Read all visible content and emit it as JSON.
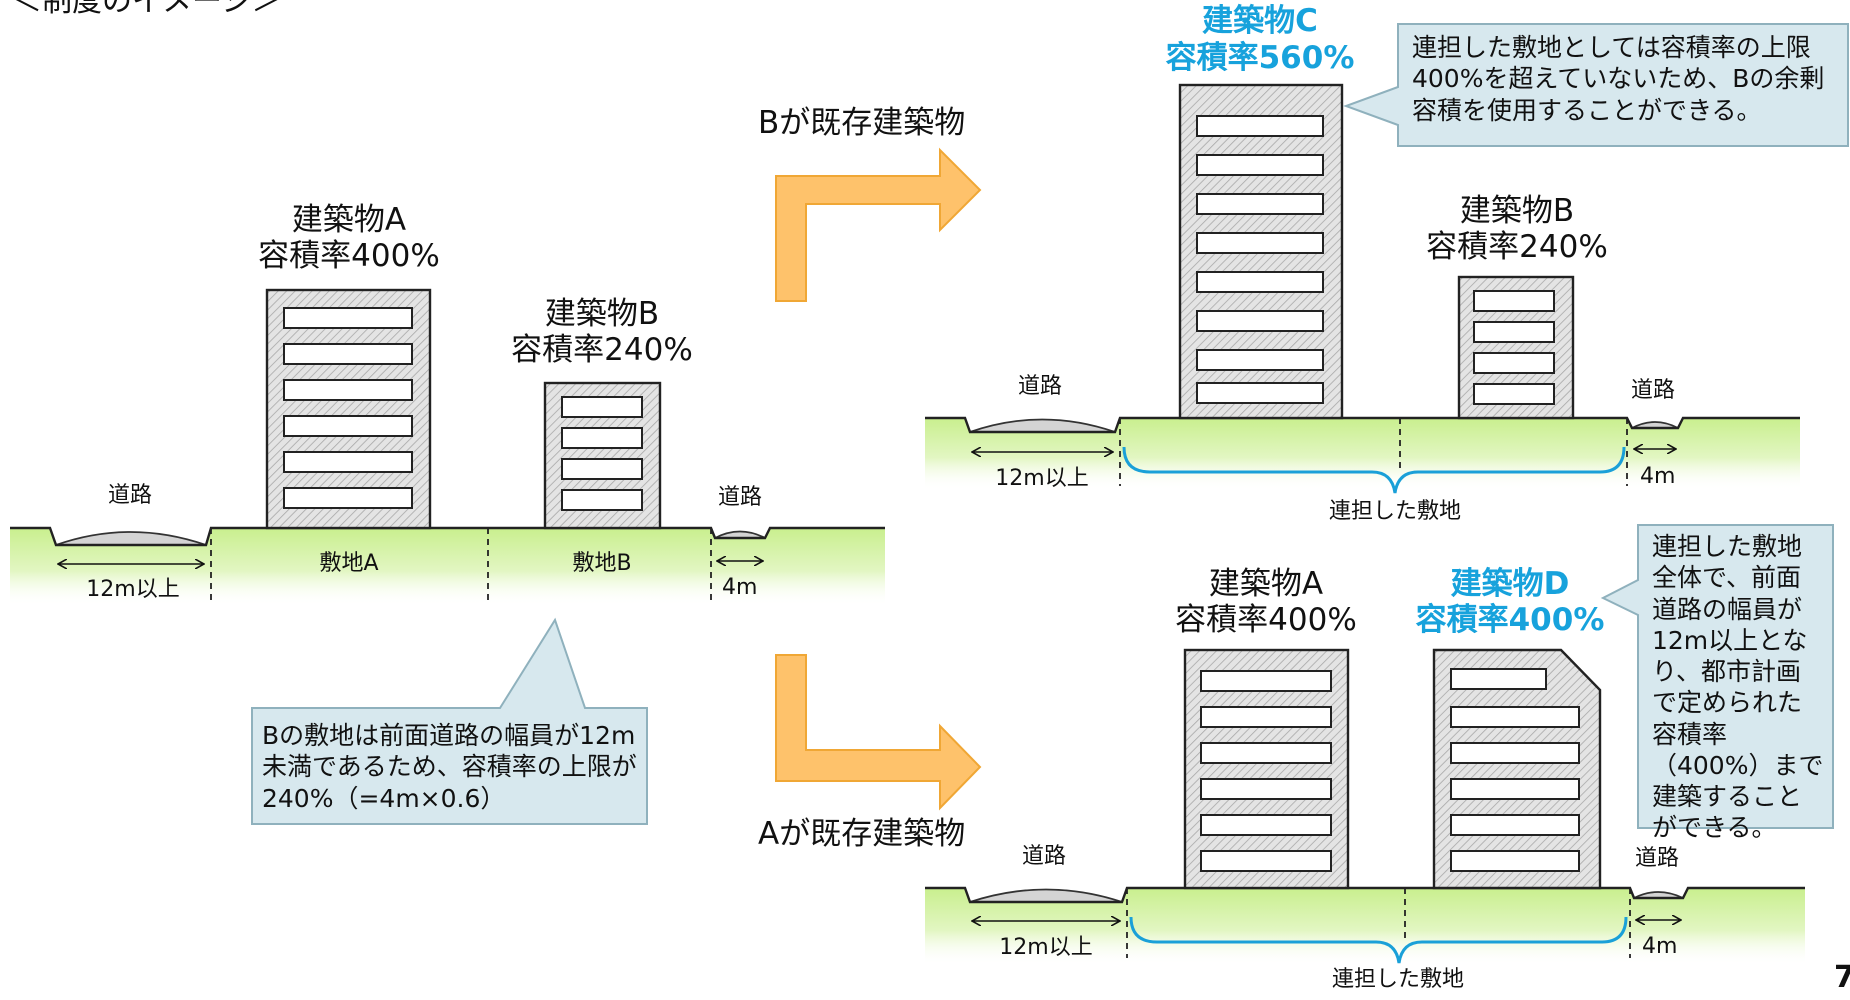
{
  "page_heading": "＜制度のイメージ＞",
  "page_number": "7",
  "colors": {
    "ground": "#d7f3a4",
    "building_fill": "#d8d8d8",
    "floor_fill": "#ffffff",
    "road": "#d4d4d4",
    "arrow_fill": "#fec26b",
    "arrow_stroke": "#f0a735",
    "note_fill": "#d7e8ee",
    "note_stroke": "#8fb1bd",
    "highlight": "#17a2dc"
  },
  "left": {
    "building_a": {
      "name": "建築物A",
      "ratio": "容積率400%"
    },
    "building_b": {
      "name": "建築物B",
      "ratio": "容積率240%"
    },
    "road_left": "道路",
    "road_right": "道路",
    "width_left": "12m以上",
    "width_right": "4m",
    "site_a": "敷地A",
    "site_b": "敷地B",
    "note": "Bの敷地は前面道路の幅員が12m未満であるため、容積率の上限が240%（=4m×0.6）"
  },
  "arrows": {
    "upper_label": "Bが既存建築物",
    "lower_label": "Aが既存建築物"
  },
  "upper": {
    "building_c": {
      "name": "建築物C",
      "ratio": "容積率560%"
    },
    "building_b": {
      "name": "建築物B",
      "ratio": "容積率240%"
    },
    "road_left": "道路",
    "road_right": "道路",
    "width_left": "12m以上",
    "width_right": "4m",
    "site_label": "連担した敷地",
    "note": "連担した敷地としては容積率の上限400%を超えていないため、Bの余剰容積を使用することができる。"
  },
  "lower": {
    "building_a": {
      "name": "建築物A",
      "ratio": "容積率400%"
    },
    "building_d": {
      "name": "建築物D",
      "ratio": "容積率400%"
    },
    "road_left": "道路",
    "road_right": "道路",
    "width_left": "12m以上",
    "width_right": "4m",
    "site_label": "連担した敷地",
    "note": "連担した敷地全体で、前面道路の幅員が12m以上となり、都市計画で定められた容積率（400%）まで建築することができる。"
  }
}
